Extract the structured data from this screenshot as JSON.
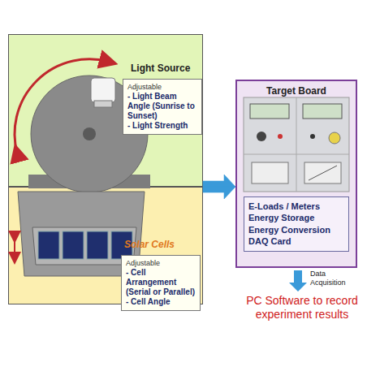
{
  "diagram": {
    "nodes": [
      {
        "text": [
          "Light Source"
        ]
      },
      {
        "text": [
          "Adjustable",
          "- Light Beam Angle (Sunrise to Sunset)",
          "- Light Strength"
        ],
        "in": 0
      },
      {
        "text": [
          "Solar Cells"
        ]
      },
      {
        "text": [
          "Adjustable",
          "- Cell Arrangement (Serial or Parallel)",
          "- Cell Angle"
        ],
        "in": 2
      },
      {
        "text": [
          "Target Board"
        ]
      },
      {
        "text": [
          "E-Loads / Meters",
          "Energy Storage",
          "Energy Conversion",
          "DAQ Card"
        ],
        "in": 4
      }
    ],
    "edges": [
      {
        "from": 0,
        "to": 4,
        "arrow": "to"
      },
      {
        "from": 2,
        "to": 4,
        "arrow": "to"
      }
    ],
    "labels": [
      "Data Acquisition",
      "PC Software to record experiment results"
    ]
  }
}
